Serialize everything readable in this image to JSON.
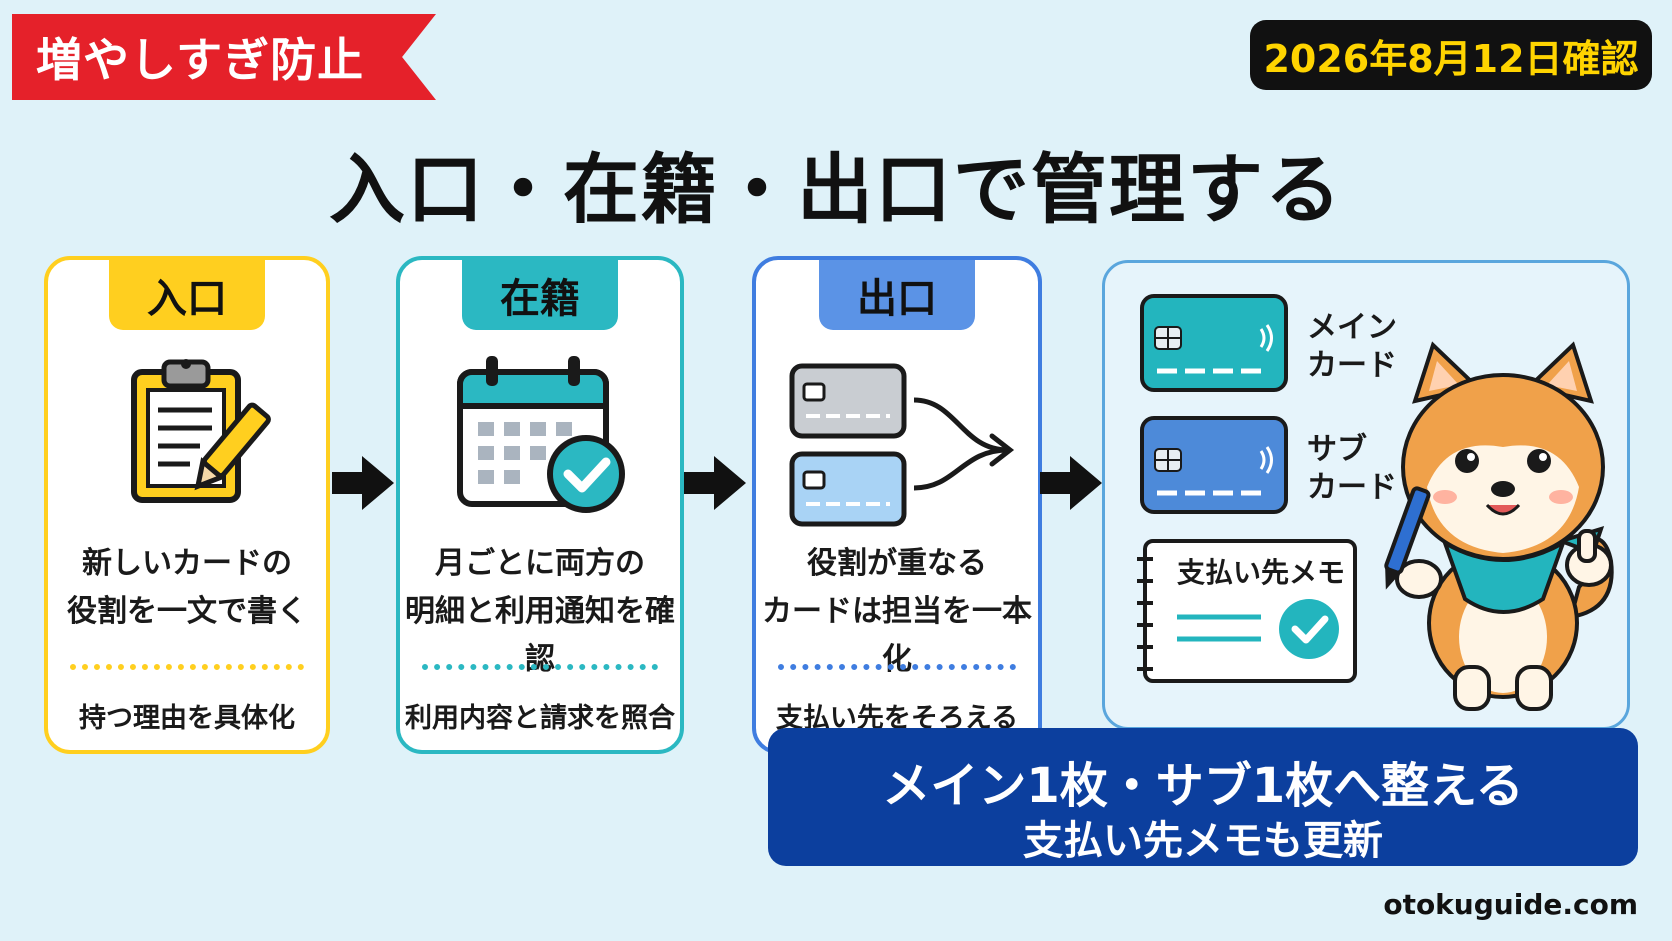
{
  "ribbon": {
    "label": "増やしすぎ防止"
  },
  "date_badge": {
    "label": "2026年8月12日確認"
  },
  "title": "入口・在籍・出口で管理する",
  "steps": [
    {
      "tab": "入口",
      "desc_line1": "新しいカードの",
      "desc_line2": "役割を一文で書く",
      "note": "持つ理由を具体化",
      "icon": "clipboard-pencil-icon",
      "accent": "#ffcf1f"
    },
    {
      "tab": "在籍",
      "desc_line1": "月ごとに両方の",
      "desc_line2": "明細と利用通知を確認",
      "note": "利用内容と請求を照合",
      "icon": "calendar-check-icon",
      "accent": "#2bb8c2"
    },
    {
      "tab": "出口",
      "desc_line1": "役割が重なる",
      "desc_line2": "カードは担当を一本化",
      "note": "支払い先をそろえる",
      "icon": "cards-merge-icon",
      "accent": "#3f7de0"
    }
  ],
  "result_panel": {
    "main_card_label_1": "メイン",
    "main_card_label_2": "カード",
    "sub_card_label_1": "サブ",
    "sub_card_label_2": "カード",
    "memo_title": "支払い先メモ",
    "mascot": "shiba-dog-mascot"
  },
  "banner": {
    "line1": "メイン1枚・サブ1枚へ整える",
    "line2": "支払い先メモも更新"
  },
  "footer": {
    "site": "otokuguide.com"
  }
}
